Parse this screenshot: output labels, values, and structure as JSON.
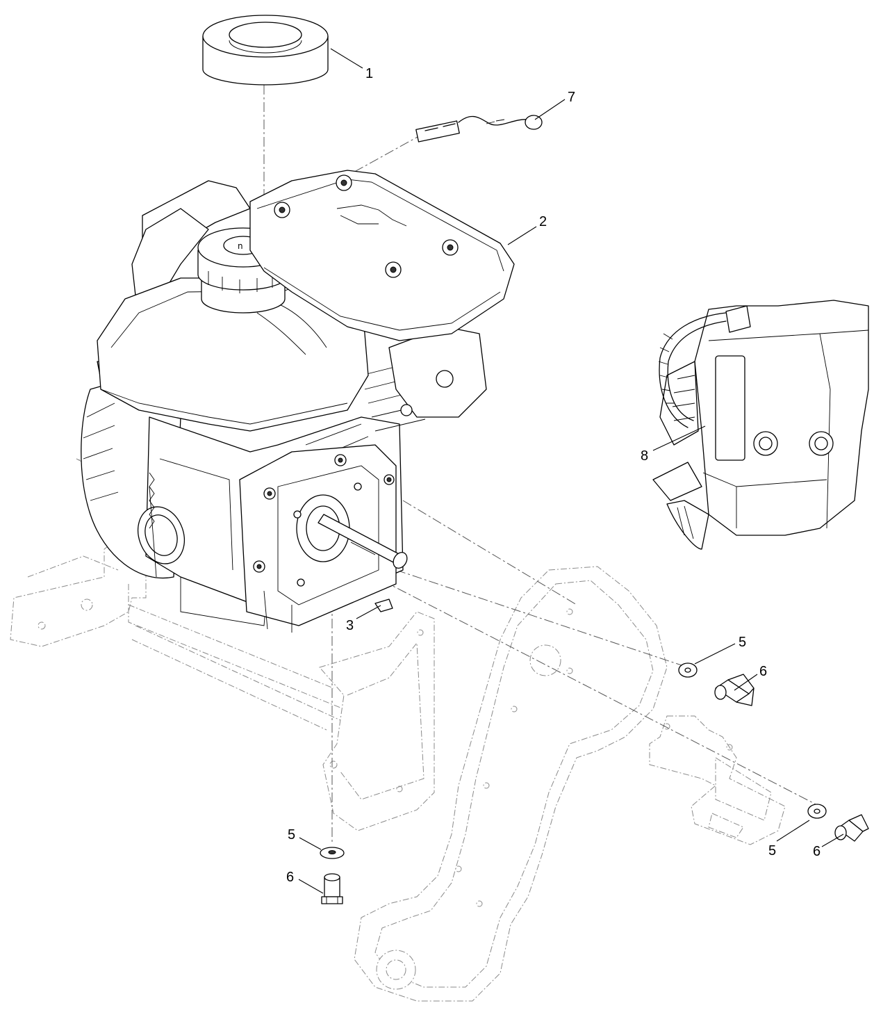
{
  "callouts": [
    {
      "id": "c1",
      "label": "1"
    },
    {
      "id": "c2",
      "label": "2"
    },
    {
      "id": "c3",
      "label": "3"
    },
    {
      "id": "c5a",
      "label": "5"
    },
    {
      "id": "c5b",
      "label": "5"
    },
    {
      "id": "c5c",
      "label": "5"
    },
    {
      "id": "c6a",
      "label": "6"
    },
    {
      "id": "c6b",
      "label": "6"
    },
    {
      "id": "c6c",
      "label": "6"
    },
    {
      "id": "c7",
      "label": "7"
    },
    {
      "id": "c8",
      "label": "8"
    }
  ]
}
